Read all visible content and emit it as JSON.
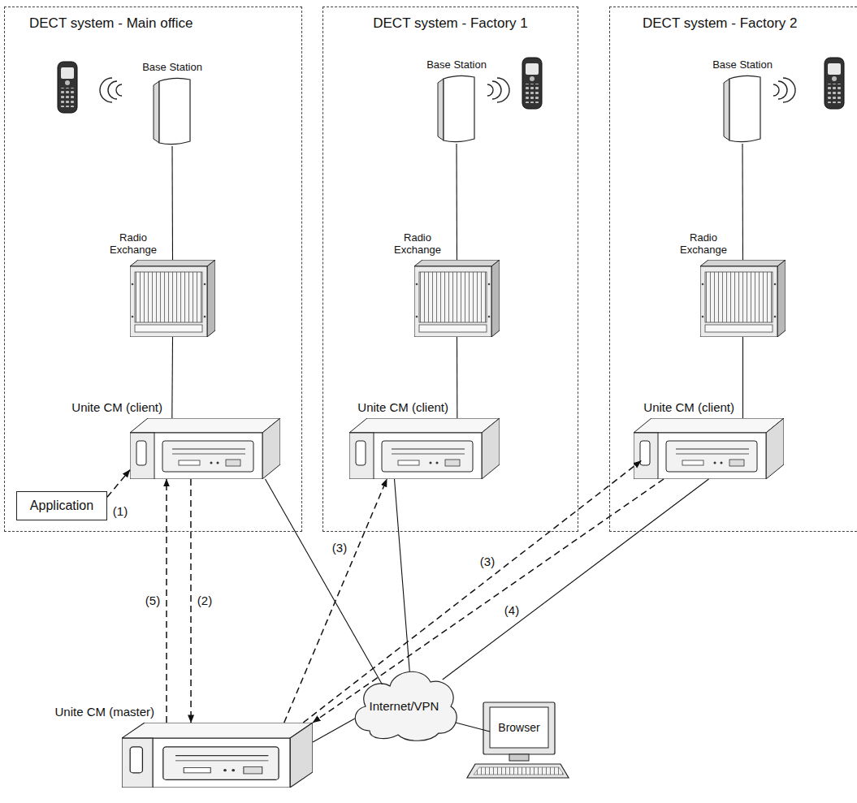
{
  "diagram": {
    "nodes": [
      {
        "text": [
          "DECT system - Main office"
        ]
      },
      {
        "text": [
          "Base Station"
        ],
        "in": 0
      },
      {
        "text": [
          "Radio Exchange"
        ],
        "in": 0
      },
      {
        "text": [
          "Unite CM (client)"
        ],
        "in": 0
      },
      {
        "text": [
          "Application"
        ],
        "in": 0
      },
      {
        "text": [
          "DECT system - Factory 1"
        ]
      },
      {
        "text": [
          "Base Station"
        ],
        "in": 5
      },
      {
        "text": [
          "Radio Exchange"
        ],
        "in": 5
      },
      {
        "text": [
          "Unite CM (client)"
        ],
        "in": 5
      },
      {
        "text": [
          "DECT system - Factory 2"
        ]
      },
      {
        "text": [
          "Base Station"
        ],
        "in": 9
      },
      {
        "text": [
          "Radio Exchange"
        ],
        "in": 9
      },
      {
        "text": [
          "Unite CM (client)"
        ],
        "in": 9
      },
      {
        "text": [
          "Unite CM (master)"
        ]
      },
      {
        "text": [
          "Internet/VPN"
        ]
      },
      {
        "text": [
          "Browser"
        ]
      }
    ],
    "edges": [
      {
        "from": 1,
        "to": 2,
        "arrow": "none"
      },
      {
        "from": 2,
        "to": 3,
        "arrow": "none"
      },
      {
        "from": 6,
        "to": 7,
        "arrow": "none"
      },
      {
        "from": 7,
        "to": 8,
        "arrow": "none"
      },
      {
        "from": 10,
        "to": 11,
        "arrow": "none"
      },
      {
        "from": 11,
        "to": 12,
        "arrow": "none"
      },
      {
        "from": 3,
        "to": 14,
        "arrow": "none"
      },
      {
        "from": 8,
        "to": 14,
        "arrow": "none"
      },
      {
        "from": 12,
        "to": 14,
        "arrow": "none"
      },
      {
        "from": 13,
        "to": 14,
        "arrow": "none"
      },
      {
        "from": 14,
        "to": 15,
        "arrow": "none"
      },
      {
        "from": 4,
        "to": 3,
        "label": "(1)",
        "arrow": "to"
      },
      {
        "from": 3,
        "to": 13,
        "label": "(2)",
        "arrow": "to"
      },
      {
        "from": 13,
        "to": 3,
        "label": "(5)",
        "arrow": "to"
      },
      {
        "from": 13,
        "to": 8,
        "label": "(3)",
        "arrow": "to"
      },
      {
        "from": 13,
        "to": 12,
        "label": "(3)",
        "arrow": "to"
      },
      {
        "from": 12,
        "to": 13,
        "label": "(4)",
        "arrow": "to"
      }
    ]
  }
}
